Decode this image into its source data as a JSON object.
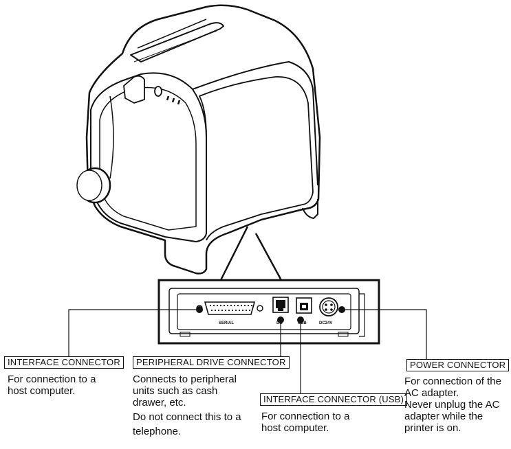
{
  "panel_ports": {
    "serial": "SERIAL",
    "dk": "DK",
    "usb": "USB",
    "dc": "DC24V"
  },
  "callouts": {
    "interface": {
      "title": "INTERFACE CONNECTOR",
      "lines": [
        "For connection to a",
        "host computer."
      ]
    },
    "peripheral": {
      "title": "PERIPHERAL DRIVE CONNECTOR",
      "lines": [
        "Connects to peripheral",
        "units such as cash",
        "drawer, etc."
      ],
      "note_lines": [
        "Do not connect this to a",
        "telephone."
      ]
    },
    "usb": {
      "title": "INTERFACE CONNECTOR (USB)",
      "lines": [
        "For connection to a",
        "host computer."
      ]
    },
    "power": {
      "title": "POWER CONNECTOR",
      "lines": [
        "For connection of the",
        "AC adapter.",
        "Never unplug the AC",
        "adapter while the",
        "printer is on."
      ]
    }
  }
}
